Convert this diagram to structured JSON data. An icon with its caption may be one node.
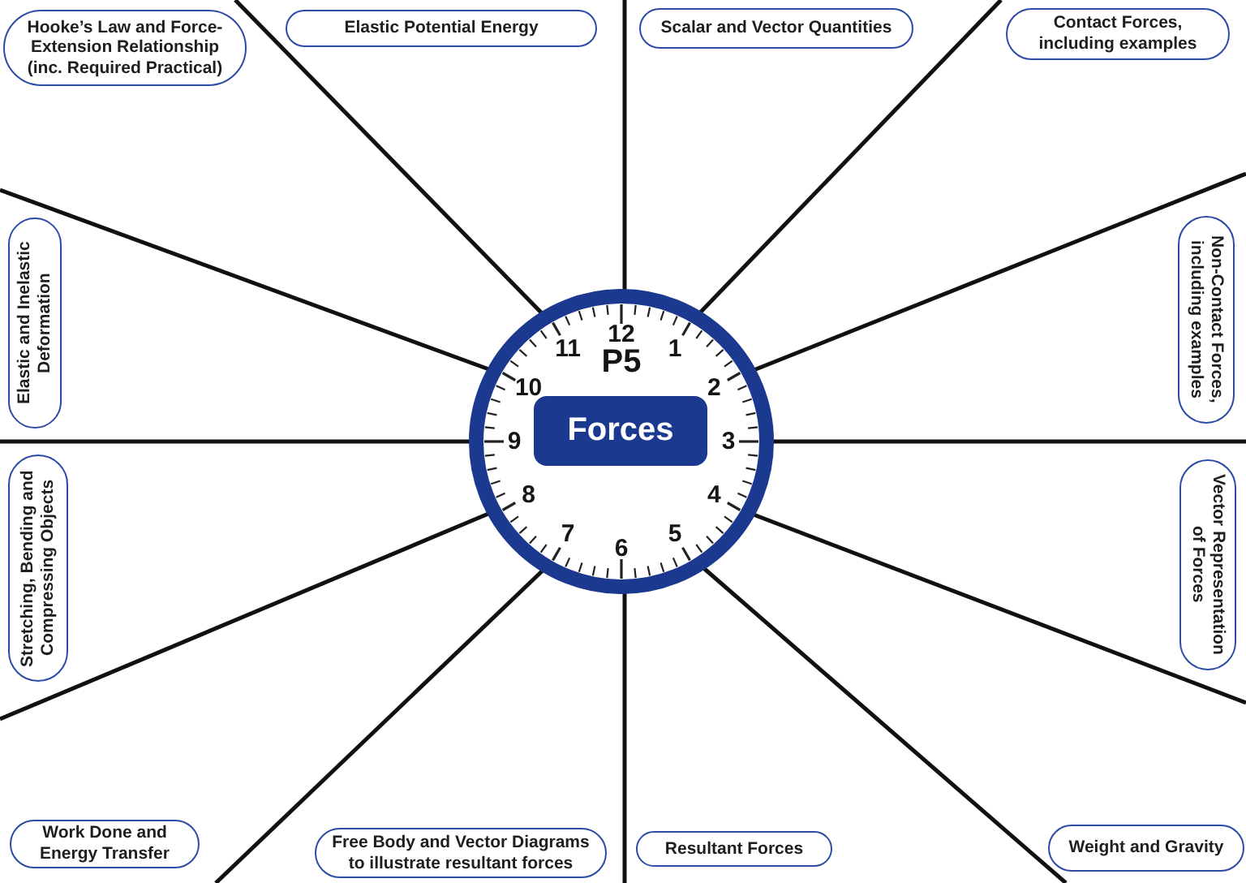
{
  "diagram": {
    "nodes": [
      {
        "text": [
          "P5"
        ]
      },
      {
        "text": [
          "Forces"
        ],
        "in": 0
      },
      {
        "text": [
          "Hooke’s Law and Force-Extension Relationship (inc. Required Practical)"
        ]
      },
      {
        "text": [
          "Elastic Potential Energy"
        ]
      },
      {
        "text": [
          "Scalar and Vector Quantities"
        ]
      },
      {
        "text": [
          "Contact Forces, including examples"
        ]
      },
      {
        "text": [
          "Elastic and Inelastic Deformation"
        ]
      },
      {
        "text": [
          "Non-Contact Forces, including examples"
        ]
      },
      {
        "text": [
          "Stretching, Bending and Compressing Objects"
        ]
      },
      {
        "text": [
          "Vector Representation of Forces"
        ]
      },
      {
        "text": [
          "Work Done and Energy Transfer"
        ]
      },
      {
        "text": [
          "Free Body and Vector Diagrams to illustrate resultant forces"
        ]
      },
      {
        "text": [
          "Resultant Forces"
        ]
      },
      {
        "text": [
          "Weight and Gravity"
        ]
      }
    ],
    "labels": [
      "12",
      "1",
      "2",
      "3",
      "4",
      "5",
      "6",
      "7",
      "8",
      "9",
      "10",
      "11"
    ]
  }
}
